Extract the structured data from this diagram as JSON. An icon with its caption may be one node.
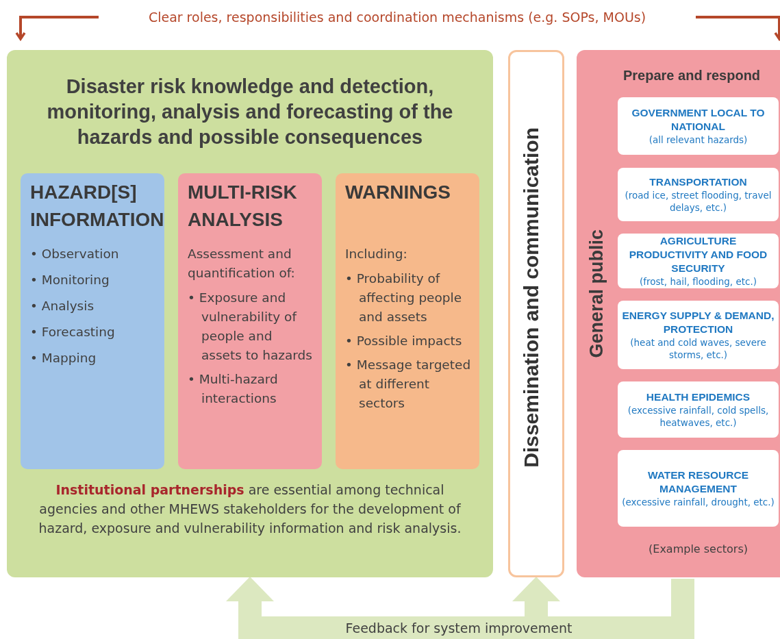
{
  "diagram": {
    "nodes": [
      {
        "text": [
          "Disaster risk knowledge and detection, monitoring, analysis and forecasting of the hazards and possible consequences",
          "**Institutional partnerships** are essential among technical agencies and other MHEWS stakeholders for the development of hazard, exposure and vulnerability information and risk analysis."
        ]
      },
      {
        "text": [
          "HAZARD[S] INFORMATION",
          "• Observation",
          "• Monitoring",
          "• Analysis",
          "• Forecasting",
          "• Mapping"
        ],
        "in": 0
      },
      {
        "text": [
          "MULTI-RISK ANALYSIS",
          "Assessment and quantification of:",
          "• Exposure and vulnerability of people and assets to hazards",
          "• Multi-hazard interactions"
        ],
        "in": 0
      },
      {
        "text": [
          "WARNINGS",
          "Including:",
          "• Probability of affecting people and assets",
          "• Possible impacts",
          "• Message targeted at different sectors"
        ],
        "in": 0
      },
      {
        "text": [
          "Dissemination and communication"
        ]
      },
      {
        "text": [
          "Prepare and respond",
          "General public",
          "(Example sectors)"
        ]
      },
      {
        "text": [
          "GOVERNMENT LOCAL TO NATIONAL",
          "(all relevant hazards)"
        ],
        "in": 5
      },
      {
        "text": [
          "TRANSPORTATION",
          "(road ice, street flooding, travel delays, etc.)"
        ],
        "in": 5
      },
      {
        "text": [
          "AGRICULTURE PRODUCTIVITY AND FOOD SECURITY",
          "(frost, hail, flooding, etc.)"
        ],
        "in": 5
      },
      {
        "text": [
          "ENERGY SUPPLY & DEMAND, PROTECTION",
          "(heat and cold waves, severe storms, etc.)"
        ],
        "in": 5
      },
      {
        "text": [
          "HEALTH EPIDEMICS",
          "(excessive rainfall, cold spells, heatwaves, etc.)"
        ],
        "in": 5
      },
      {
        "text": [
          "WATER RESOURCE MANAGEMENT",
          "(excessive rainfall, drought, etc.)"
        ],
        "in": 5
      },
      {
        "text": [
          "Clear roles, responsibilities and coordination mechanisms (e.g. SOPs, MOUs)"
        ]
      }
    ],
    "edges": [
      {
        "from": 12,
        "to": 0,
        "arrow": "to",
        "color": "#b5472a"
      },
      {
        "from": 12,
        "to": 5,
        "arrow": "to",
        "color": "#b5472a"
      },
      {
        "from": 5,
        "to": 0,
        "arrow": "to",
        "style": "thick",
        "color": "#dce8c0",
        "label": "Feedback for system improvement"
      },
      {
        "from": 5,
        "to": 4,
        "arrow": "to",
        "style": "thick",
        "color": "#dce8c0"
      }
    ]
  }
}
